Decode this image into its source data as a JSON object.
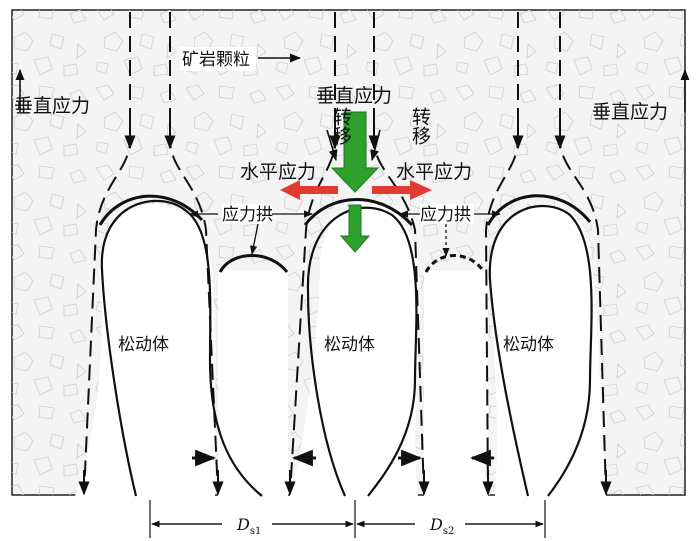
{
  "labels": {
    "ore_particles": "矿岩颗粒",
    "vertical_stress": "垂直应力",
    "vertical_stress_center": "垂直应力",
    "vertical_stress_right": "垂直应力",
    "transfer_left": "转移",
    "transfer_right": "转移",
    "horizontal_stress_left": "水平应力",
    "horizontal_stress_right": "水平应力",
    "stress_arch_left": "应力拱",
    "stress_arch_right": "应力拱",
    "loose_body_left": "松动体",
    "loose_body_center": "松动体",
    "loose_body_right": "松动体",
    "dim_1": "D",
    "dim_1_sub": "s1",
    "dim_2": "D",
    "dim_2_sub": "s2"
  },
  "colors": {
    "background": "#f4f4f4",
    "line": "#111111",
    "texture": "#c8c8c8",
    "green_arrow": "#2ea02e",
    "red_arrow": "#e03c31"
  }
}
